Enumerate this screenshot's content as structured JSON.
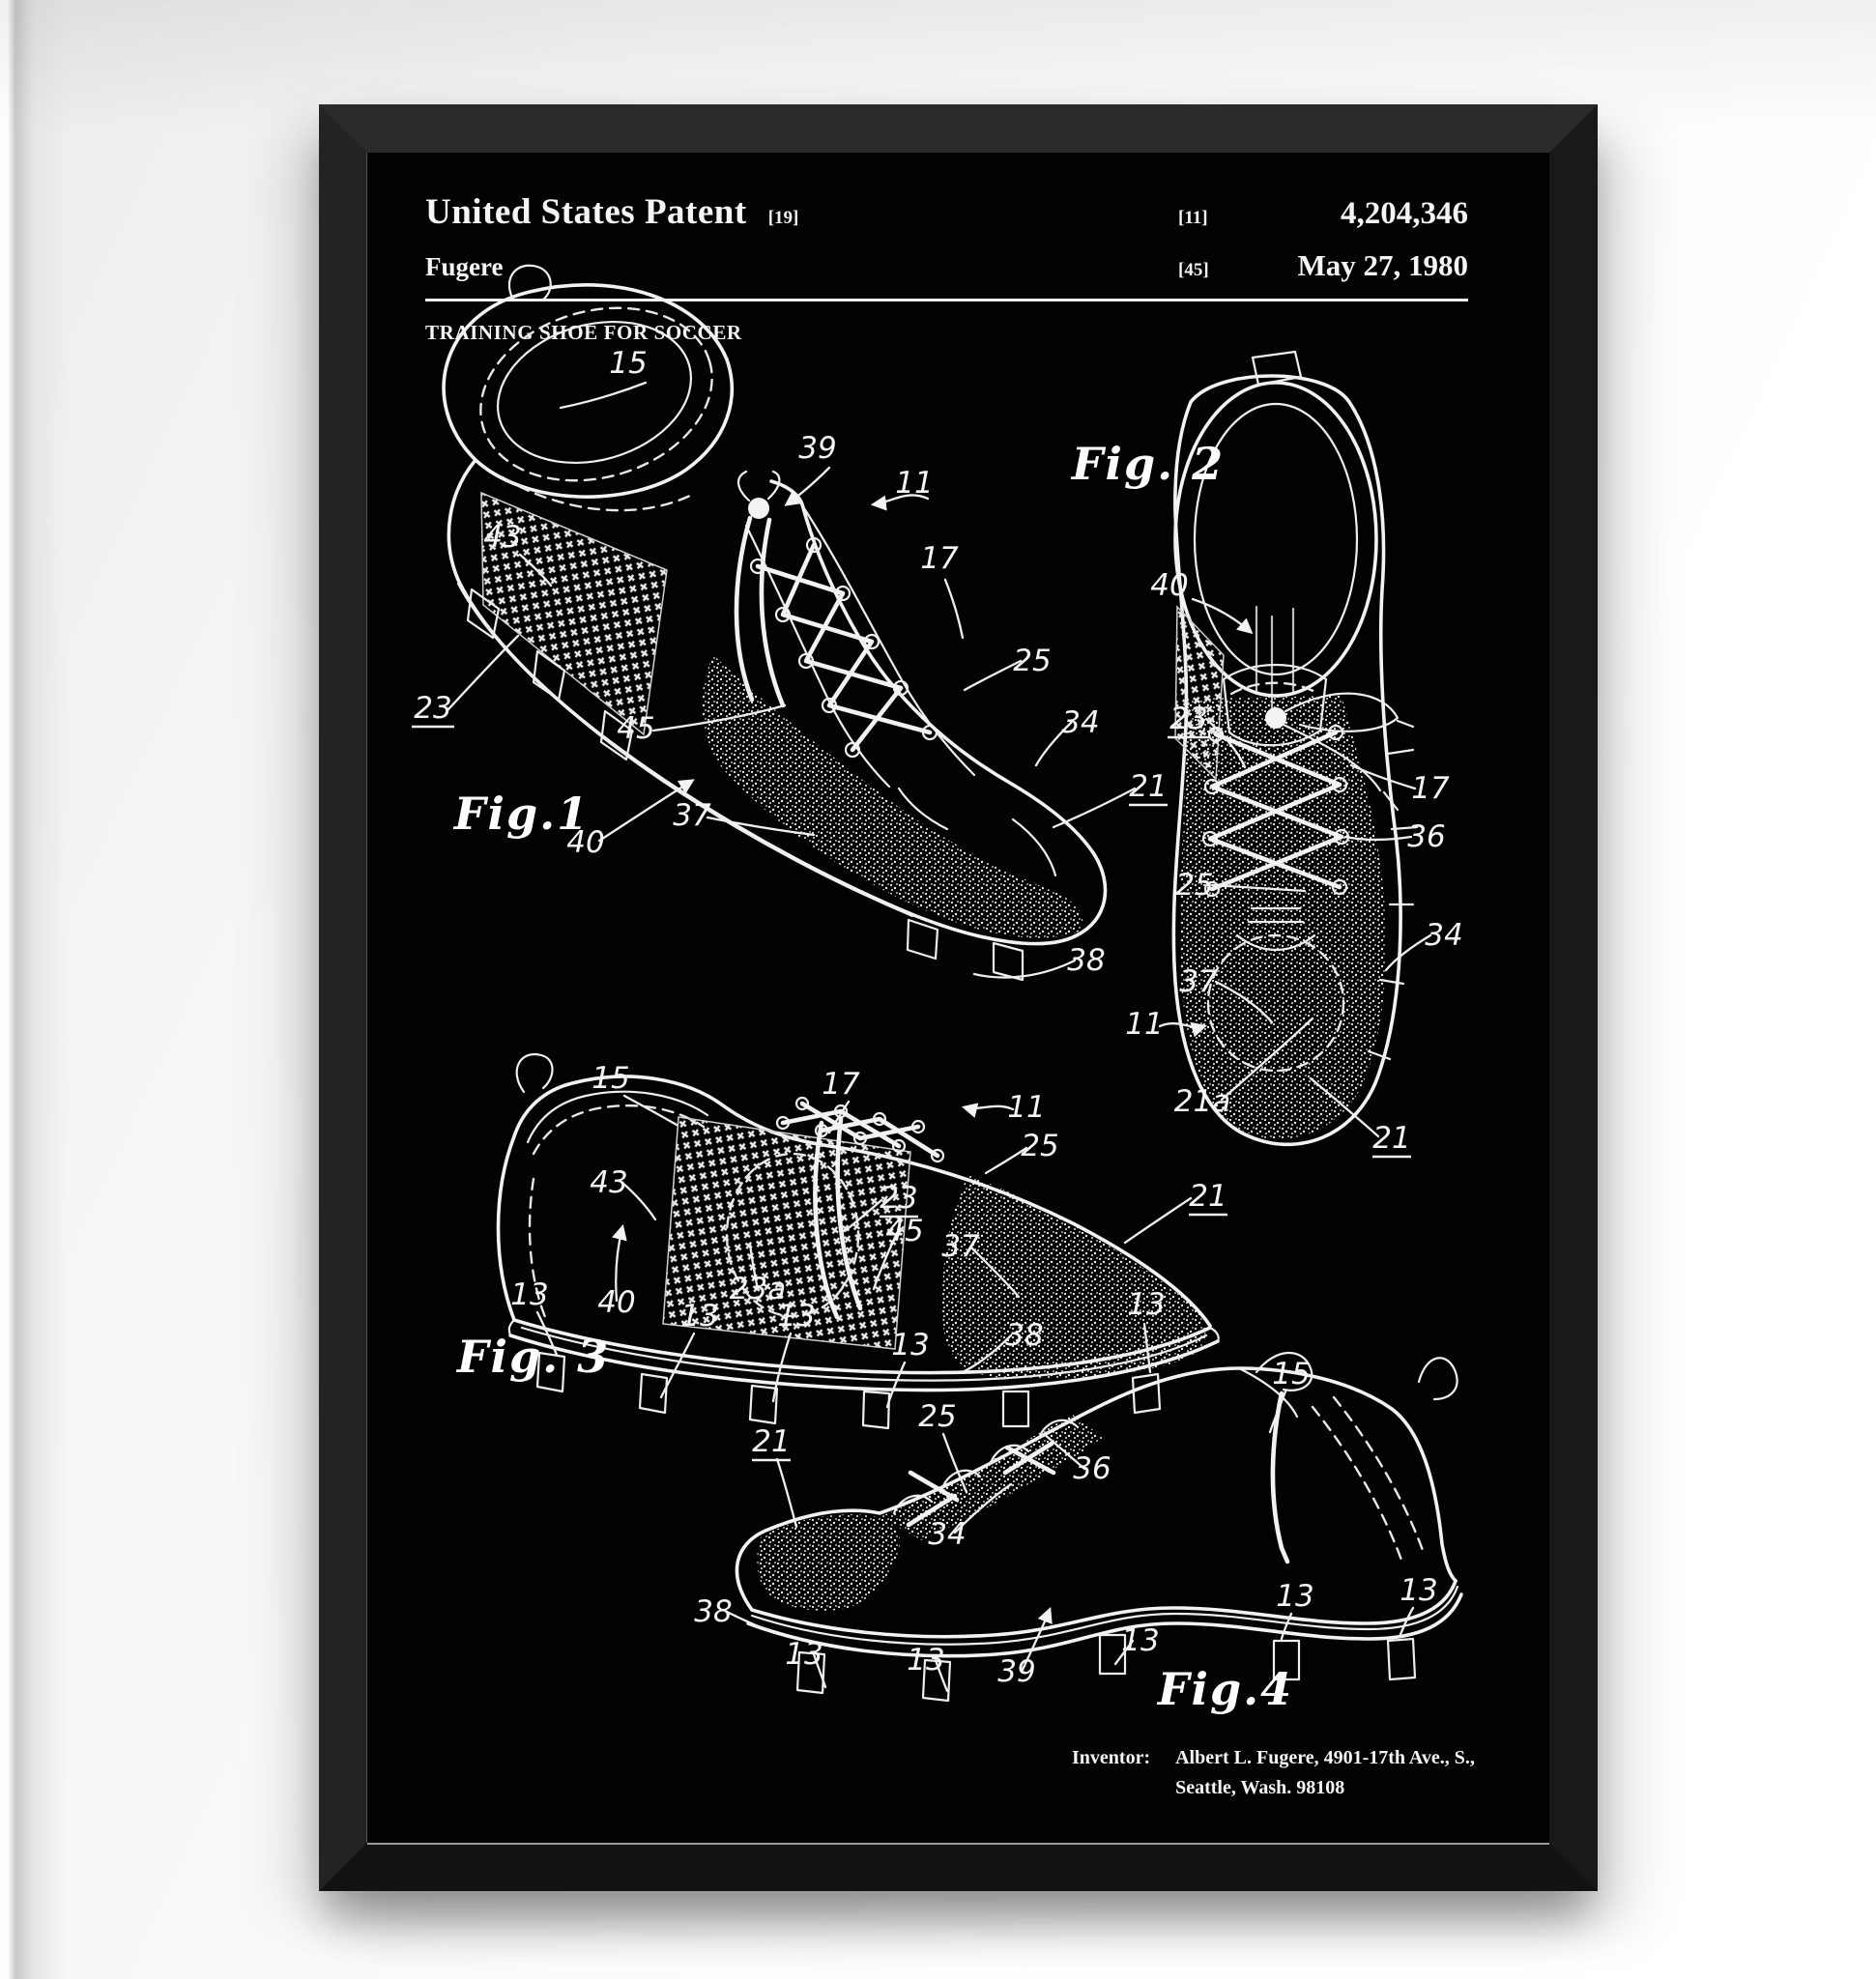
{
  "poster": {
    "header": {
      "title": "United States Patent",
      "title_ref": "[19]",
      "number_ref": "[11]",
      "number": "4,204,346",
      "inventor_surname": "Fugere",
      "date_ref": "[45]",
      "date": "May 27, 1980",
      "doc_title": "TRAINING SHOE FOR SOCCER"
    },
    "figures": {
      "fig1": {
        "caption": "Fig.1",
        "labels": [
          "15",
          "39",
          "11",
          "17",
          "43",
          "23",
          "45",
          "25",
          "34",
          "21",
          "37",
          "40",
          "38"
        ]
      },
      "fig2": {
        "caption": "Fig. 2",
        "labels": [
          "40",
          "23",
          "17",
          "36",
          "25",
          "34",
          "37",
          "11",
          "21a",
          "21"
        ]
      },
      "fig3": {
        "caption": "Fig. 3",
        "labels": [
          "15",
          "17",
          "11",
          "25",
          "43",
          "23",
          "45",
          "21",
          "37",
          "13",
          "40",
          "13",
          "23a",
          "13",
          "13",
          "38",
          "13"
        ]
      },
      "fig4": {
        "caption": "Fig.4",
        "labels": [
          "21",
          "25",
          "36",
          "15",
          "34",
          "38",
          "13",
          "13",
          "39",
          "13",
          "13",
          "13"
        ]
      }
    },
    "footer": {
      "inventor_label": "Inventor:",
      "line1": "Albert L. Fugere, 4901-17th Ave., S.,",
      "line2": "Seattle, Wash. 98108"
    },
    "colors": {
      "wall": "#f2f2f2",
      "frame": "#1d1d1d",
      "poster_bg": "#020202",
      "ink": "#f5f5f5"
    }
  }
}
